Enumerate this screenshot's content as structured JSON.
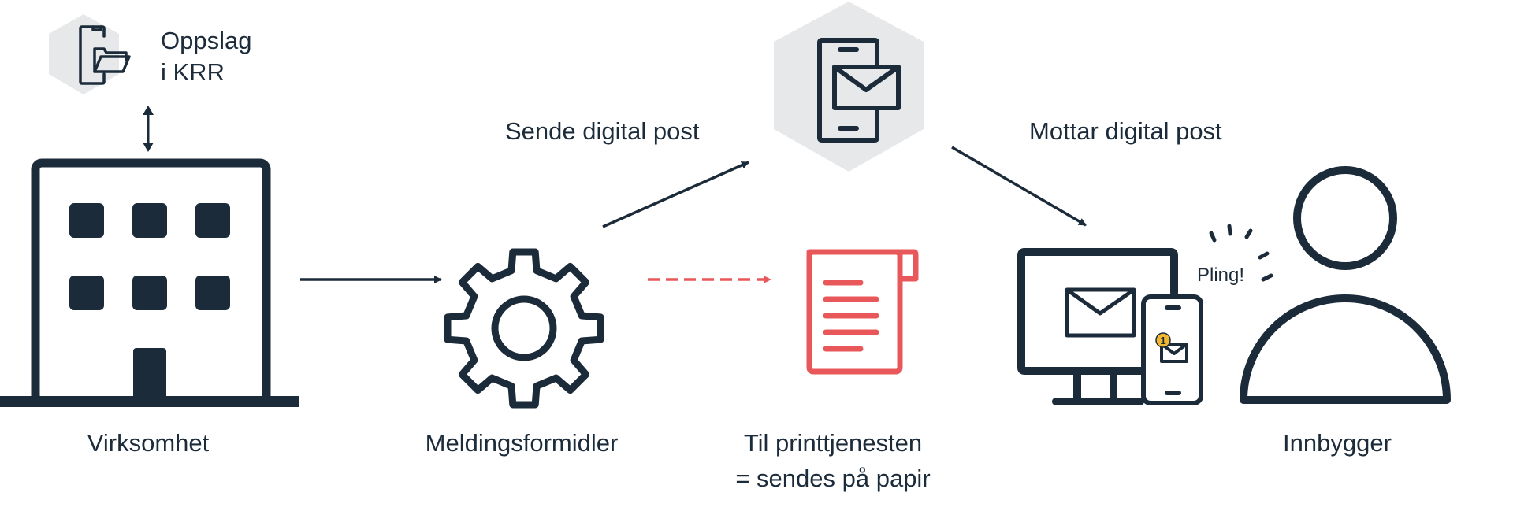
{
  "colors": {
    "ink": "#1c2b3a",
    "accent": "#e8585a",
    "hexagon": "#e6e8ea",
    "badge": "#f0b72f"
  },
  "lookup": {
    "line1": "Oppslag",
    "line2": "i KRR",
    "icon": "phone-folder-icon"
  },
  "nodes": {
    "organization": {
      "label": "Virksomhet",
      "icon": "office-building-icon"
    },
    "broker": {
      "label": "Meldingsformidler",
      "icon": "gear-icon"
    },
    "print": {
      "line1": "Til printtjenesten",
      "line2": "= sendes på papir",
      "icon": "paper-document-icon"
    },
    "citizen": {
      "label": "Innbygger",
      "icon": "person-icon"
    },
    "digital_mail": {
      "icon": "phone-envelope-icon"
    },
    "devices": {
      "icon": "monitor-phone-envelope-icon"
    }
  },
  "flows": {
    "send_label": "Sende digital post",
    "receive_label": "Mottar digital post"
  },
  "notification": {
    "text": "Pling!",
    "badge_count": "1"
  }
}
